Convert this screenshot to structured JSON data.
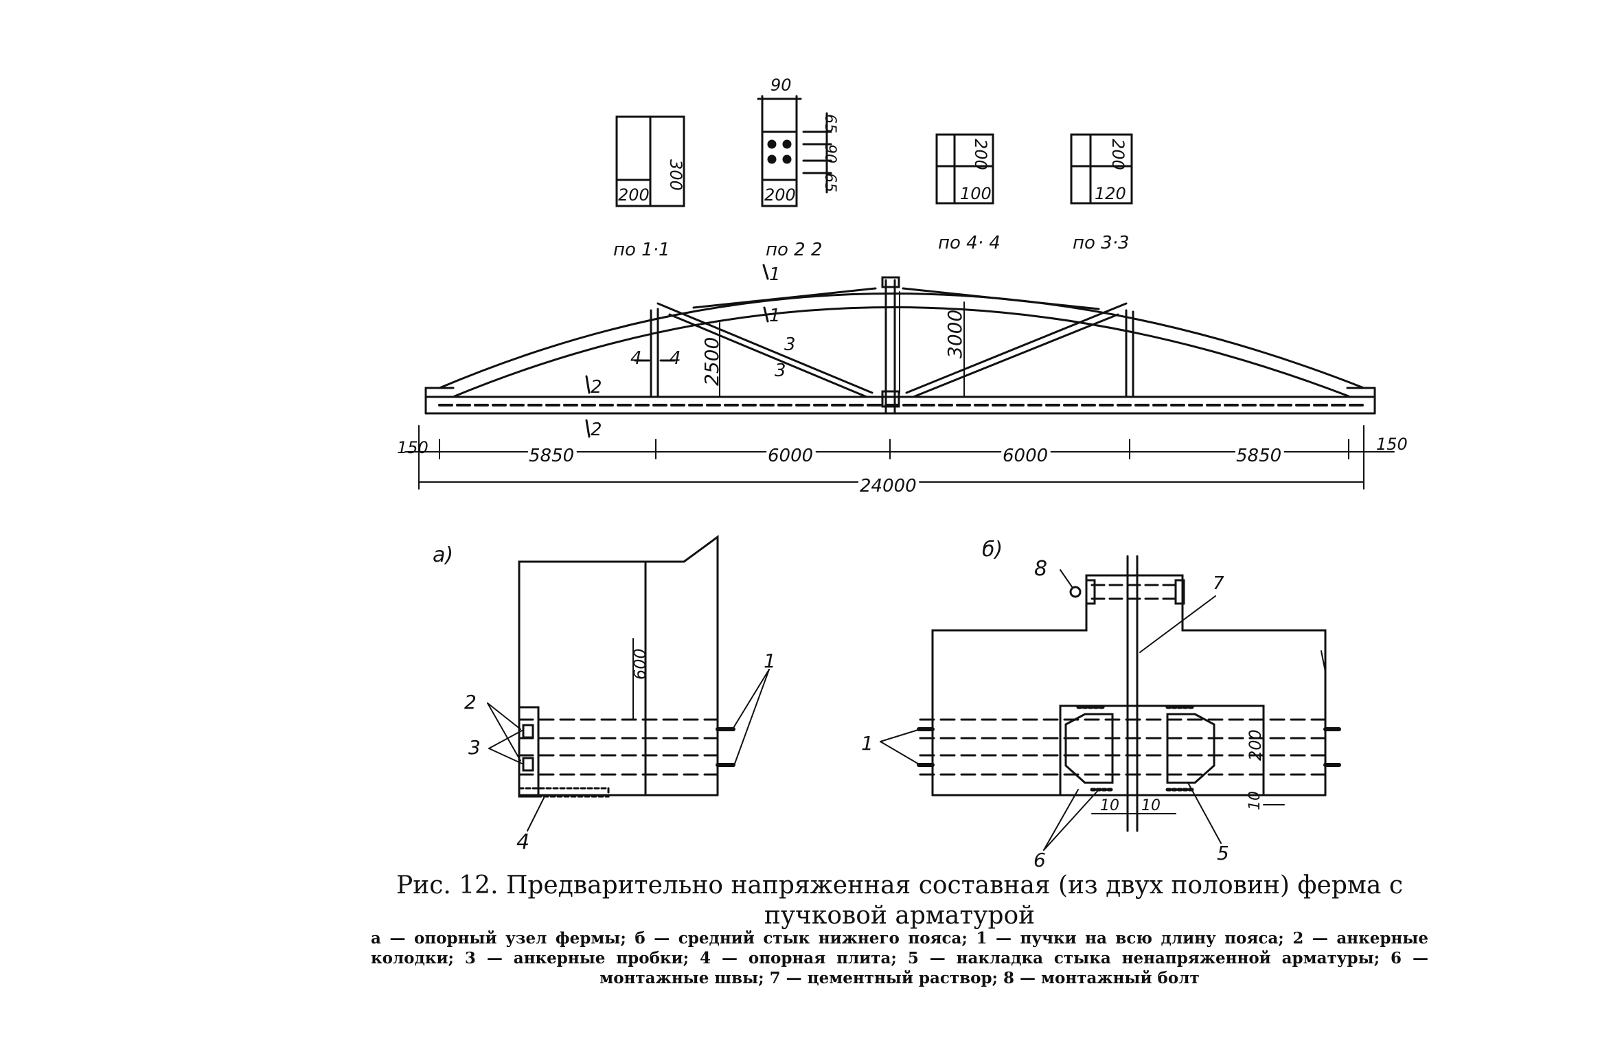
{
  "sections": [
    {
      "label": "по 1·1",
      "width": "200",
      "height": "300"
    },
    {
      "label": "по 2 2",
      "width": "200",
      "dim_top": "90",
      "dims_right": [
        "65",
        "90",
        "65"
      ]
    },
    {
      "label": "по 4· 4",
      "width": "100",
      "height": "200"
    },
    {
      "label": "по 3·3",
      "width": "120",
      "height": "200"
    }
  ],
  "truss": {
    "cut_marks": [
      "1",
      "1",
      "3",
      "3",
      "4",
      "4",
      "2",
      "2"
    ],
    "height_dims": [
      "2500",
      "3000"
    ],
    "end_dims": [
      "150",
      "150"
    ],
    "panel_dims": [
      "5850",
      "6000",
      "6000",
      "5850"
    ],
    "total_dim": "24000"
  },
  "detail_a": {
    "label": "а)",
    "height_dim": "600",
    "callouts": [
      "1",
      "2",
      "3",
      "4"
    ]
  },
  "detail_b": {
    "label": "б)",
    "height_dim": "200",
    "gap_dims": [
      "10",
      "10",
      "10"
    ],
    "callouts": [
      "1",
      "5",
      "6",
      "7",
      "8"
    ]
  },
  "caption": {
    "title": "Рис. 12. Предварительно напряженная составная (из двух половин) ферма с пучковой арматурой",
    "legend": "а — опорный узел фермы; б — средний стык нижнего пояса; 1 — пучки на всю длину пояса; 2 — анкерные колодки; 3 — анкерные пробки; 4 — опорная плита; 5 — накладка стыка ненапряженной арматуры; 6 — монтажные швы; 7 — цементный раствор; 8 — монтажный болт"
  }
}
